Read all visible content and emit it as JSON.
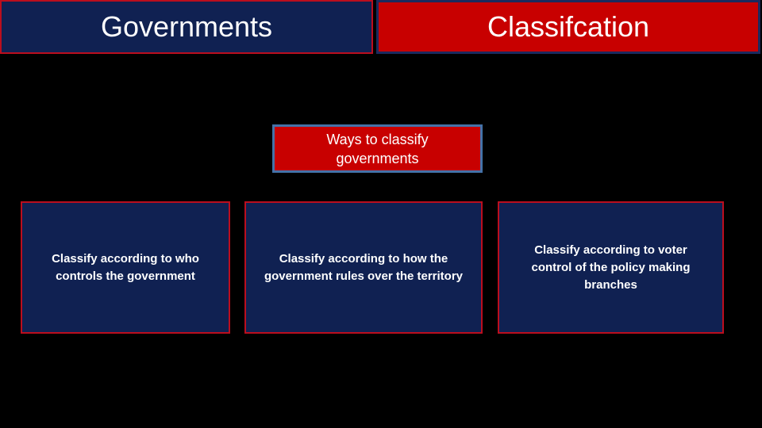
{
  "slide": {
    "headers": {
      "left": "Governments",
      "right": "Classifcation"
    },
    "diagram": {
      "root": "Ways to classify governments",
      "categories": [
        {
          "label": "Classify according to who controls the government"
        },
        {
          "label": "Classify according to how the government rules over the territory"
        },
        {
          "label": "Classify according to voter control of the policy making branches"
        }
      ]
    },
    "colors": {
      "background": "#000000",
      "navy_fill": "#102152",
      "red_fill": "#c80000",
      "red_border": "#bb0e1e",
      "blue_border": "#4472a8",
      "text": "#ffffff"
    }
  }
}
